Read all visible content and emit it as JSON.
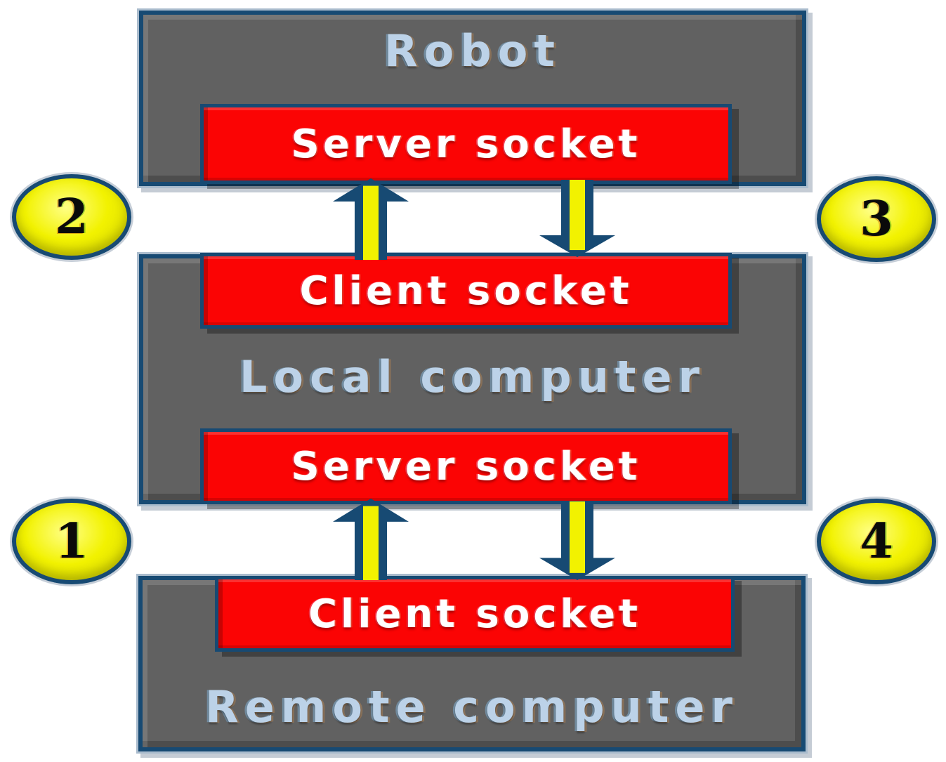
{
  "colors": {
    "page_bg": "#ffffff",
    "border": "#174a73",
    "halo": "#aabccd",
    "box_fill": "#616161",
    "socket_fill": "#fb0404",
    "socket_text": "#ffffff",
    "title_text": "#bcd2e8",
    "badge_fill": "#f2f200",
    "badge_text": "#0a0a0a",
    "arrow_yellow": "#f2f200"
  },
  "robot": {
    "title": "Robot",
    "socket_label": "Server socket"
  },
  "local": {
    "title": "Local computer",
    "client_socket_label": "Client socket",
    "server_socket_label": "Server socket"
  },
  "remote": {
    "title": "Remote computer",
    "client_socket_label": "Client socket"
  },
  "steps": {
    "step1": "1",
    "step2": "2",
    "step3": "3",
    "step4": "4"
  }
}
